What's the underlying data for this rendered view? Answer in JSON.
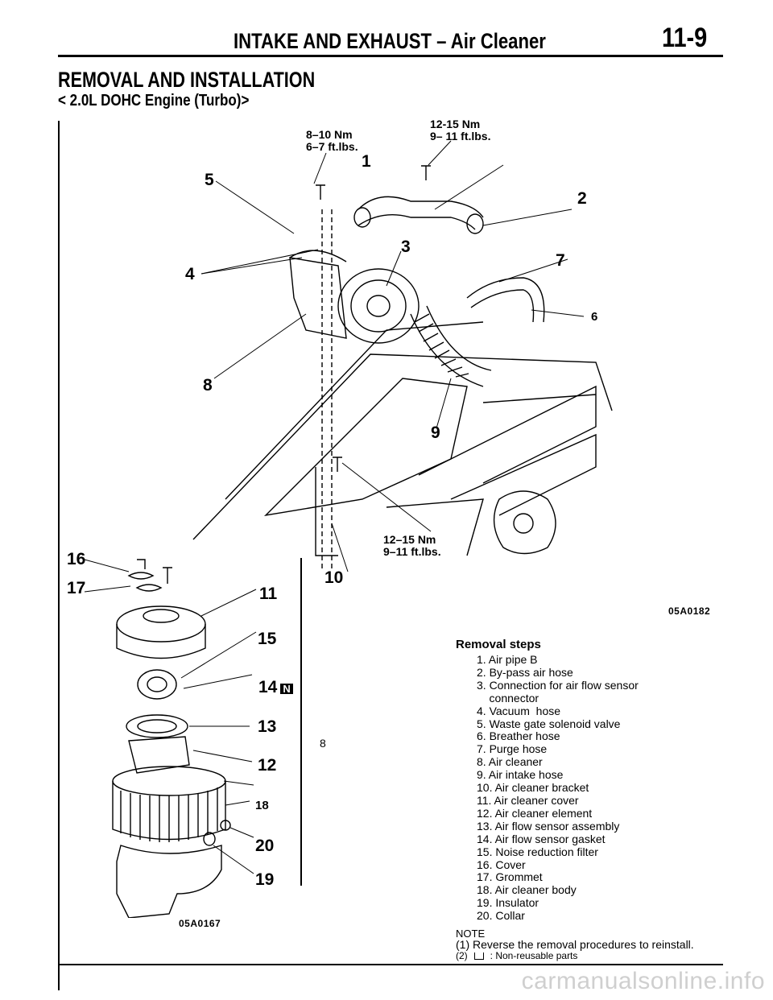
{
  "header": {
    "title": "INTAKE AND EXHAUST – Air Cleaner",
    "page": "11-9"
  },
  "section": {
    "title": "REMOVAL AND INSTALLATION",
    "subtitle": "< 2.0L DOHC Engine (Turbo)>"
  },
  "figure1": {
    "code": "05A0182",
    "torque_a_nm": "8–10 Nm",
    "torque_a_ft": "6–7 ft.lbs.",
    "torque_b_nm": "12-15 Nm",
    "torque_b_ft": "9– 11 ft.lbs.",
    "torque_c_nm": "12–15 Nm",
    "torque_c_ft": "9–11 ft.lbs.",
    "callouts": [
      "1",
      "2",
      "3",
      "4",
      "5",
      "6",
      "7",
      "8",
      "9",
      "10"
    ]
  },
  "figure2": {
    "code": "05A0167",
    "callouts": [
      "11",
      "12",
      "13",
      "14",
      "15",
      "16",
      "17",
      "18",
      "19",
      "20"
    ],
    "marker_n": "N"
  },
  "side_number": "8",
  "removal": {
    "heading": "Removal   steps",
    "steps": [
      "1. Air pipe B",
      "2. By-pass air hose",
      "3. Connection for air flow sensor",
      "    connector",
      "4. Vacuum  hose",
      "5. Waste gate solenoid valve",
      "6. Breather hose",
      "7. Purge hose",
      "8. Air cleaner",
      "9. Air intake hose",
      "10. Air cleaner bracket",
      "11. Air cleaner cover",
      "12. Air cleaner element",
      "13. Air flow sensor assembly",
      "14. Air flow sensor gasket",
      "15. Noise reduction filter",
      "16. Cover",
      "17. Grommet",
      "18. Air cleaner body",
      "19. Insulator",
      "20. Collar"
    ]
  },
  "note": {
    "heading": "NOTE",
    "line1": "(1) Reverse the removal procedures to reinstall.",
    "line2_prefix": "(2)",
    "line2_text": ": Non-reusable parts"
  },
  "watermark": "carmanualsonline.info"
}
